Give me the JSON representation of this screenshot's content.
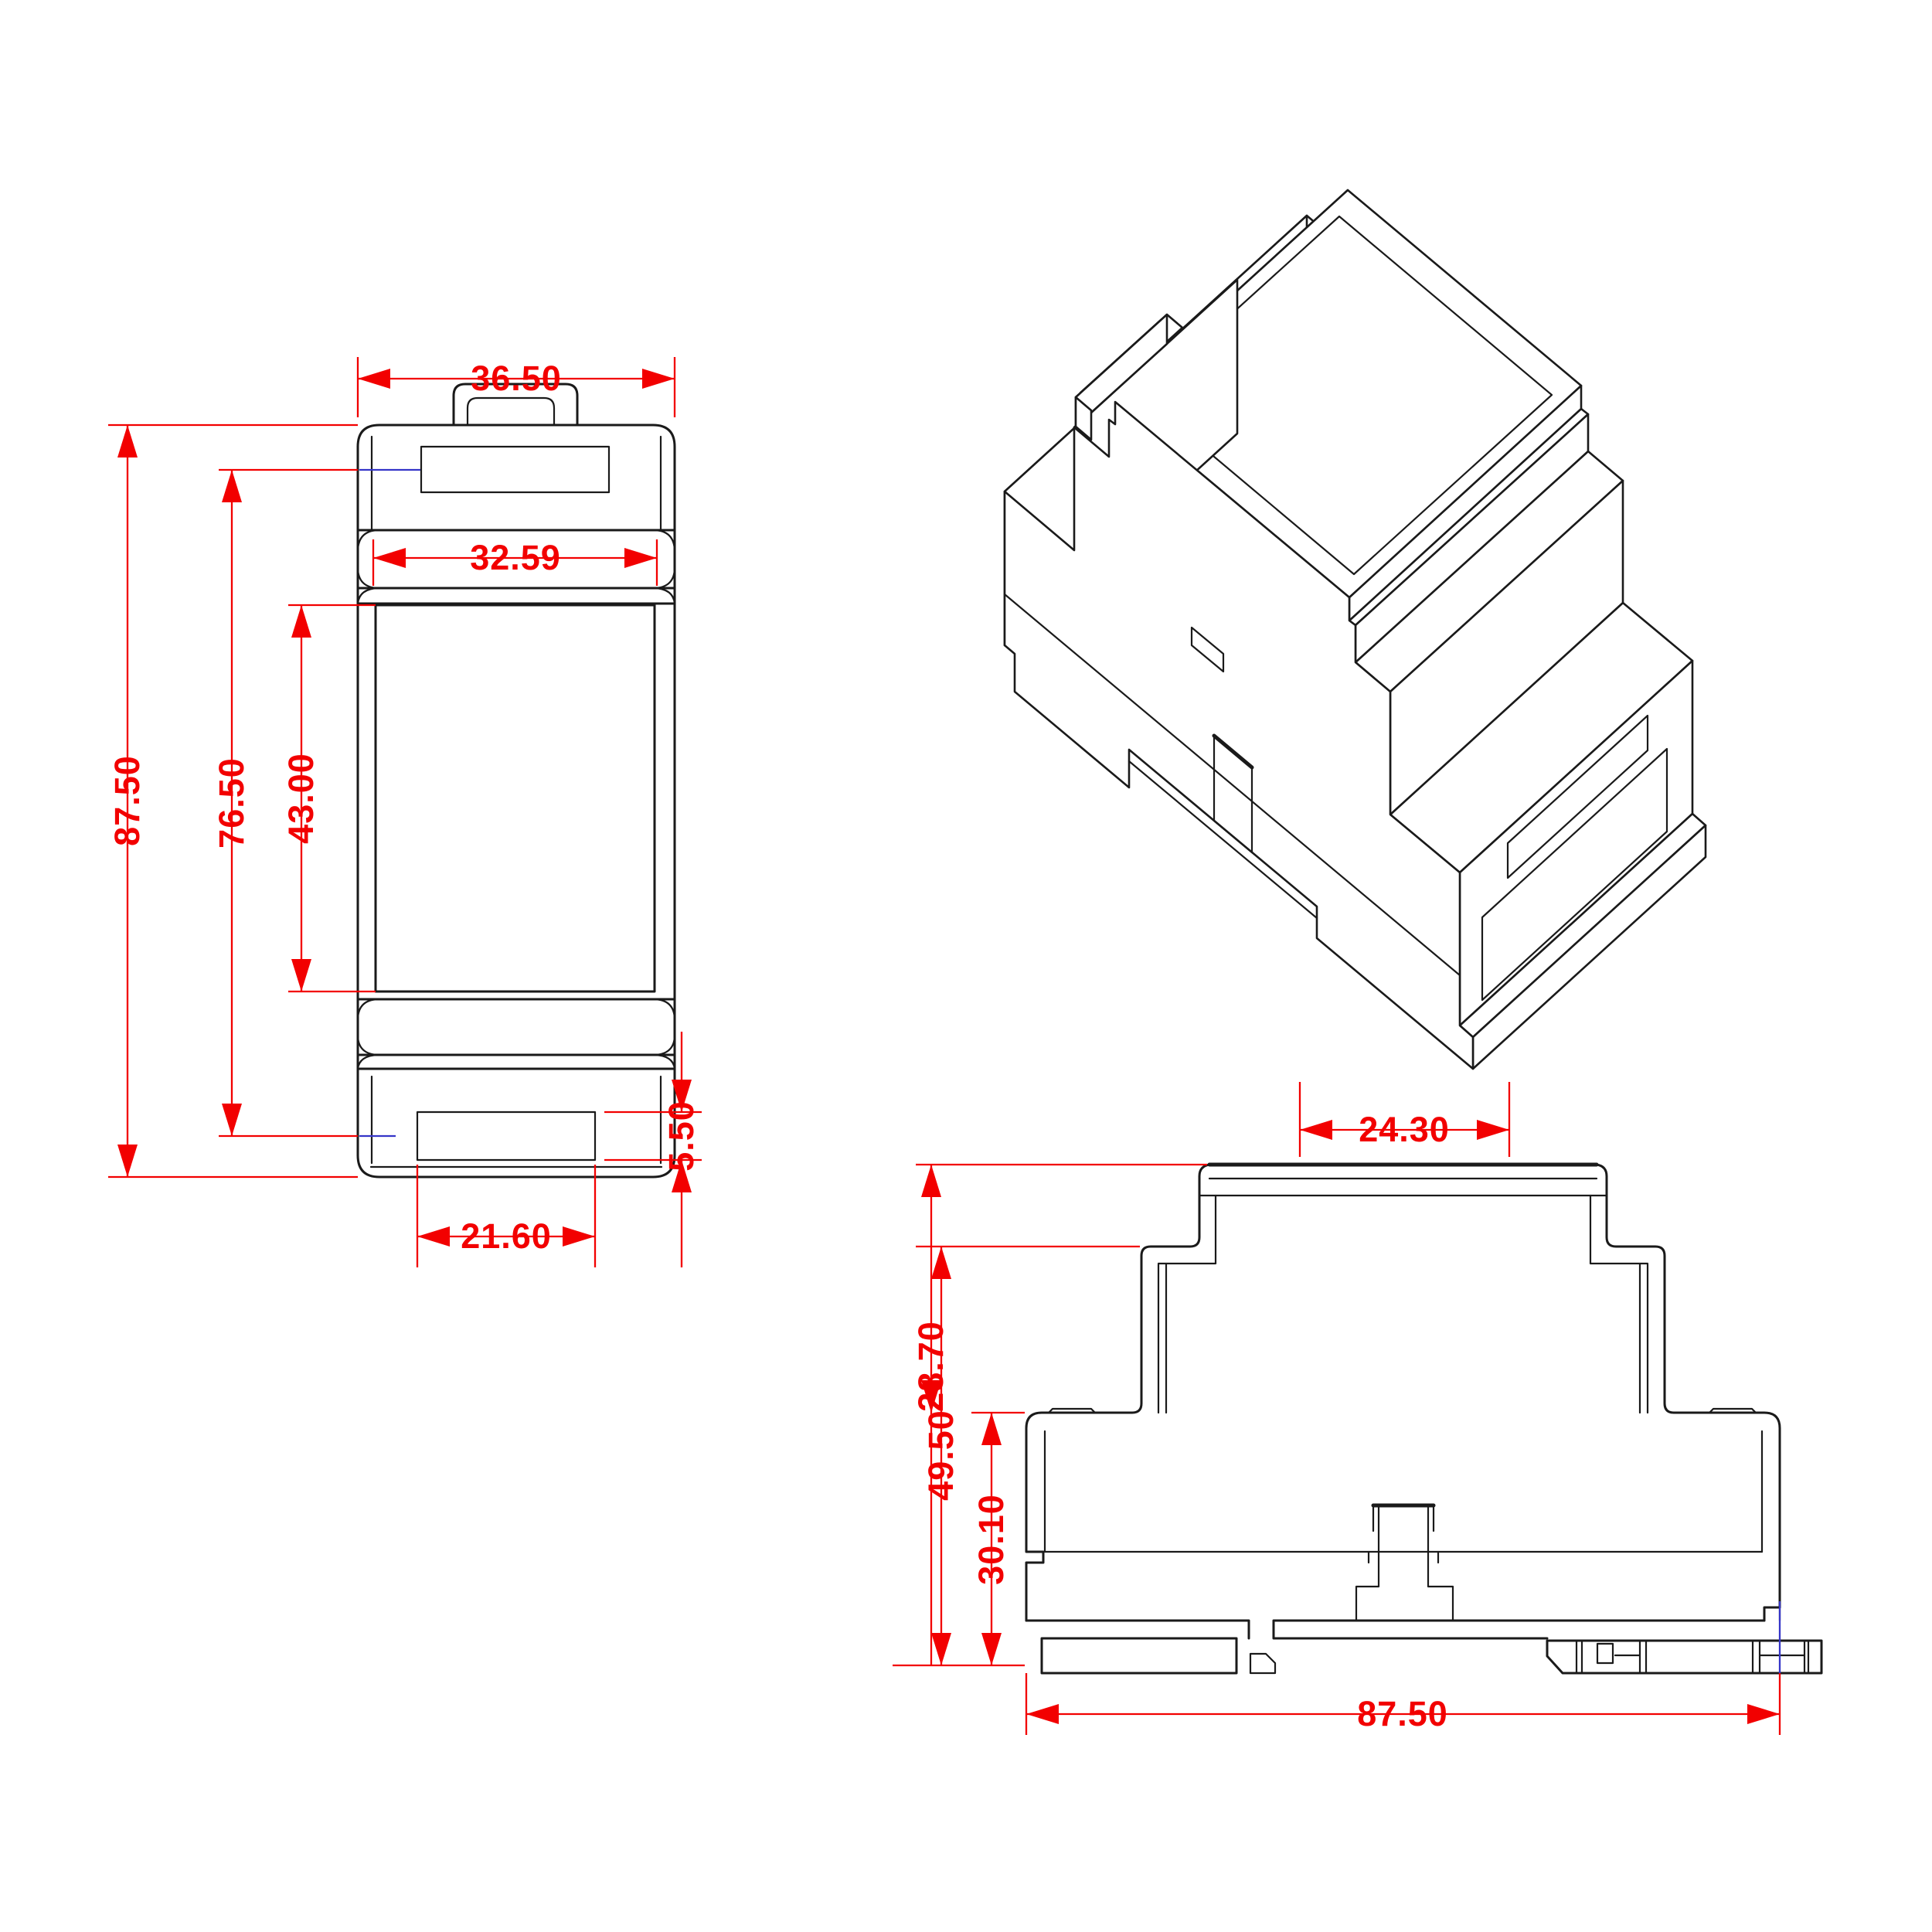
{
  "drawing": {
    "front_view": {
      "overall_width": "36.50",
      "overall_height": "87.50",
      "recess_span_height": "76.50",
      "window_height": "43.00",
      "inner_width": "32.59",
      "bottom_recess_width": "21.60",
      "bottom_recess_height": "5.50"
    },
    "side_view": {
      "top_width": "24.30",
      "upper_height": "28.70",
      "rail_height": "49.50",
      "lower_height": "30.10",
      "overall_length": "87.50"
    },
    "colors": {
      "dimension_red": "#f20000",
      "outline_black": "#1a1a1a",
      "centerline_blue": "#3535c8",
      "background": "#ffffff"
    }
  }
}
